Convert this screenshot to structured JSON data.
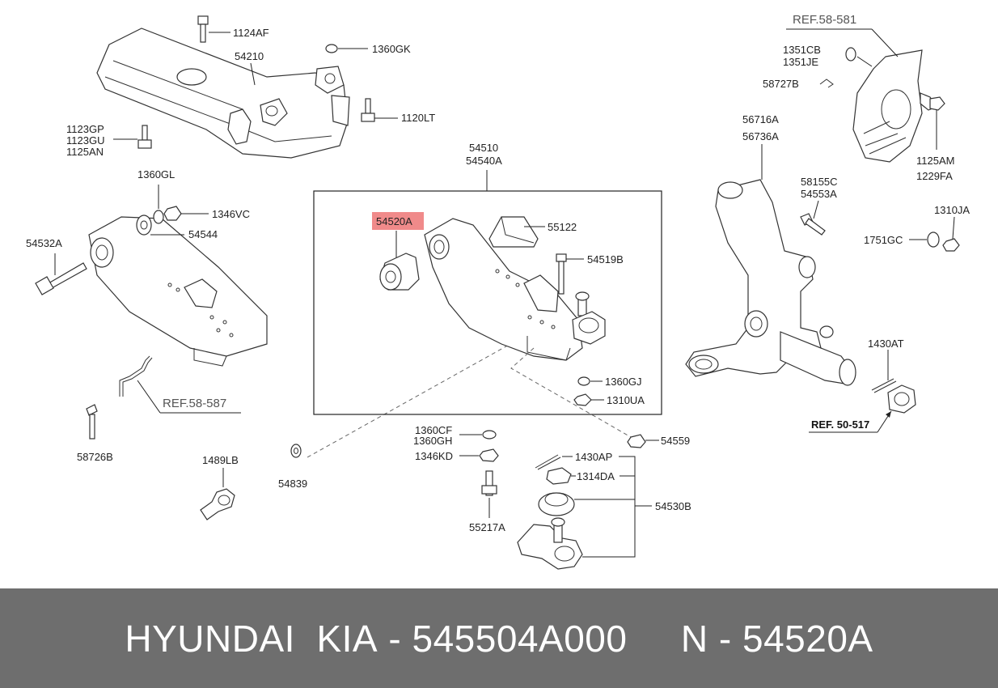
{
  "diagram": {
    "labels": {
      "p1124AF": "1124AF",
      "p1360GK": "1360GK",
      "p54210": "54210",
      "p1120LT": "1120LT",
      "p1123GP": "1123GP",
      "p1123GU": "1123GU",
      "p1125AN": "1125AN",
      "p1360GL": "1360GL",
      "p1346VC": "1346VC",
      "p54544": "54544",
      "p54532A": "54532A",
      "ref58587": "REF.58-587",
      "p58726B": "58726B",
      "p1489LB": "1489LB",
      "p54839": "54839",
      "p54510": "54510",
      "p54540A": "54540A",
      "p54520A": "54520A",
      "p55122": "55122",
      "p54519B": "54519B",
      "p1360GJ": "1360GJ",
      "p1310UA": "1310UA",
      "p1360CF": "1360CF",
      "p1360GH": "1360GH",
      "p1346KD": "1346KD",
      "p55217A": "55217A",
      "p1430AP": "1430AP",
      "p1314DA": "1314DA",
      "p54530B": "54530B",
      "p54559": "54559",
      "ref58581": "REF.58-581",
      "p1351CB": "1351CB",
      "p1351JE": "1351JE",
      "p58727B": "58727B",
      "p1125AM": "1125AM",
      "p1229FA": "1229FA",
      "p56716A": "56716A",
      "p56736A": "56736A",
      "p58155C": "58155C",
      "p54553A": "54553A",
      "p1310JA": "1310JA",
      "p1751GC": "1751GC",
      "p1430AT": "1430AT",
      "ref50517": "REF. 50-517"
    },
    "highlight_color": "#f08a8a"
  },
  "footer": {
    "brand": "HYUNDAI  KIA",
    "separator1": " - ",
    "part_number": "545504A000",
    "gap": "     ",
    "ref_prefix": "N",
    "separator2": " - ",
    "ref_code": "54520A"
  }
}
